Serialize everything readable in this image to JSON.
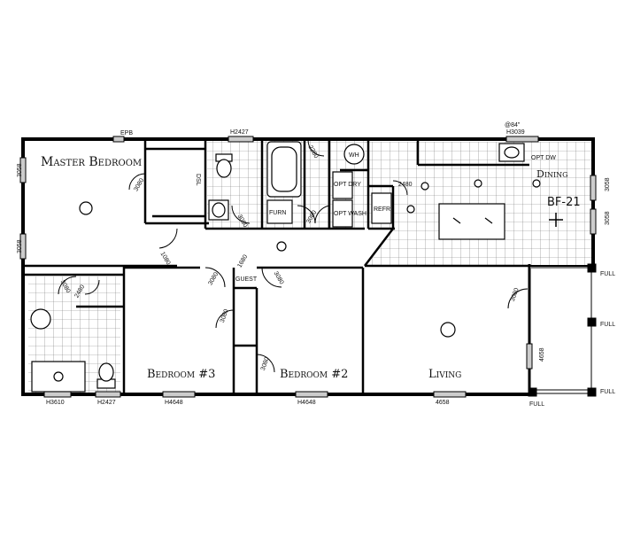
{
  "rooms": {
    "master": "Master Bedroom",
    "bedroom3": "Bedroom #3",
    "bedroom2": "Bedroom #2",
    "living": "Living",
    "dining": "Dining"
  },
  "fixtures": {
    "wh": "WH",
    "furn": "FURN",
    "opt_dry": "OPT DRY",
    "opt_wash": "OPT WASH",
    "refr": "REFR",
    "opt_dw": "OPT DW",
    "guest": "GUEST",
    "dsl": "DSL"
  },
  "doors": {
    "d_master_closet": "3080",
    "d_bath_2280": "2280",
    "d_closet_2480": "2480",
    "d_hall_3080": "3080",
    "d_hall_3080b": "3080",
    "d_hall_3080c": "3080",
    "d_hall_3080d": "3080",
    "d_hall_3080e": "3080",
    "d_guest": "1680",
    "d_bed3": "3080",
    "d_bed2": "3080",
    "d_mbath_3080": "3080",
    "d_mbath_2480": "2480",
    "d_living_3080": "3080",
    "d_hall_3080f": "3080",
    "d_hall_1080": "1080",
    "d_furn_3080": "3080",
    "d_laundry_3080": "3080"
  },
  "windows": {
    "w_left1": "3058",
    "w_left2": "3058",
    "w_right1": "3058",
    "w_right2": "3058",
    "top_epb": "EPB",
    "top_h2427": "H2427",
    "top_84": "@84\"",
    "top_h3039": "H3039",
    "bot_h3610": "H3610",
    "bot_h2427": "H2427",
    "bot_h4648a": "H4648",
    "bot_h4648b": "H4648",
    "bot_4658": "4658",
    "side_4658": "4658"
  },
  "porch": {
    "full_top": "FULL",
    "full_mid": "FULL",
    "full_bot": "FULL",
    "full_bottom": "FULL"
  },
  "annotations": {
    "bf": "BF-21"
  }
}
